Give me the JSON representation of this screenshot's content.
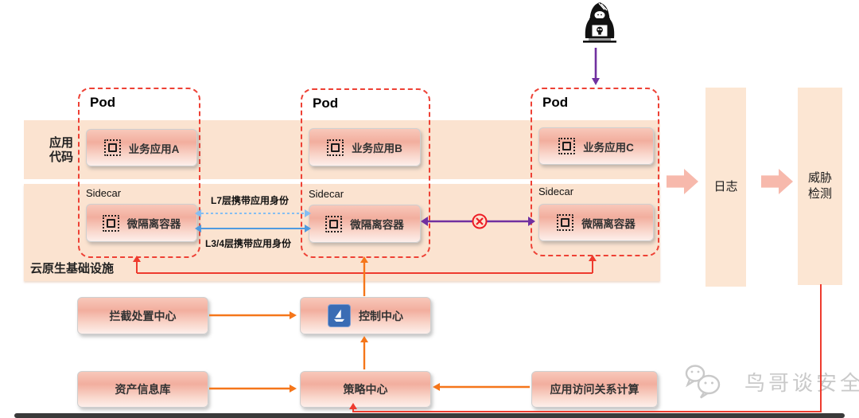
{
  "bands": {
    "app_code": "应用代码",
    "infra": "云原生基础设施"
  },
  "pods": [
    {
      "title": "Pod",
      "app": "业务应用A",
      "sidecar": "Sidecar",
      "container": "微隔离容器"
    },
    {
      "title": "Pod",
      "app": "业务应用B",
      "sidecar": "Sidecar",
      "container": "微隔离容器"
    },
    {
      "title": "Pod",
      "app": "业务应用C",
      "sidecar": "Sidecar",
      "container": "微隔离容器"
    }
  ],
  "links": {
    "l7_label": "L7层携带应用身份",
    "l34_label": "L3/4层携带应用身份"
  },
  "pipeline": {
    "logs": "日志",
    "threat": "威胁检测"
  },
  "control_plane": {
    "intercept": "拦截处置中心",
    "control": "控制中心",
    "asset": "资产信息库",
    "policy": "策略中心",
    "access_calc": "应用访问关系计算"
  },
  "watermark": {
    "text": "鸟哥谈安全"
  },
  "icons": {
    "hacker": "hacker-laptop-skull-icon",
    "container": "dashed-container-icon",
    "control_center": "sailboat-icon",
    "blocked": "blocked-x-icon",
    "watermark": "wechat-icon"
  },
  "colors": {
    "band": "#fbe3d0",
    "box_top": "#f2ae9e",
    "pod_border": "#ee4135",
    "orange": "#f5761a",
    "red": "#ee3b2e",
    "blue": "#4f9be0",
    "blue_light": "#85bdf2",
    "purple": "#7030a0",
    "pink_arrow": "#f7b9ac",
    "control_icon_blue": "#3a6cb4"
  }
}
